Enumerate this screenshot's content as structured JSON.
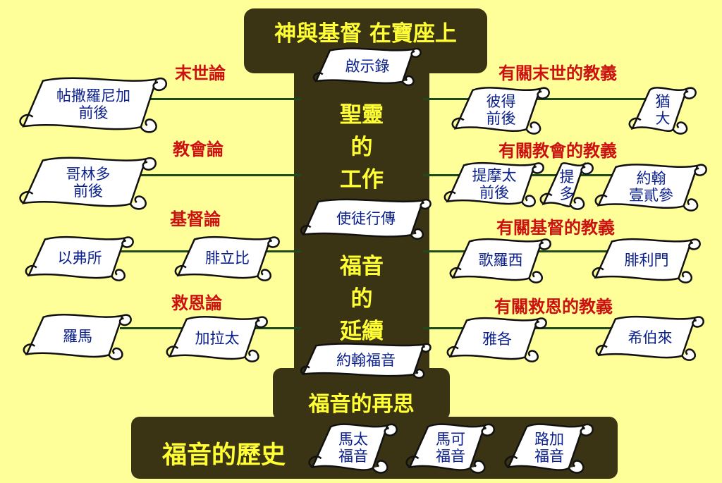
{
  "top_title": "神與基督 在寶座上",
  "center_upper": "聖靈\n的\n工作",
  "center_lower": "福音\n的\n延續",
  "rethink": "福音的再思",
  "history": "福音的歷史",
  "categories": {
    "eschatology": "末世論",
    "ecclesiology": "教會論",
    "christology": "基督論",
    "soteriology": "救恩論",
    "eschatology_doctrine": "有關末世的教義",
    "church_doctrine": "有關教會的教義",
    "christ_doctrine": "有關基督的教義",
    "salvation_doctrine": "有關救恩的教義"
  },
  "scrolls": {
    "revelation": "啟示錄",
    "thessalonians": "帖撒羅尼加\n前後",
    "corinthians": "哥林多\n前後",
    "ephesians": "以弗所",
    "philippians": "腓立比",
    "romans": "羅馬",
    "galatians": "加拉太",
    "acts": "使徒行傳",
    "john": "約翰福音",
    "peter": "彼得\n前後",
    "jude": "猶\n大",
    "timothy": "提摩太\n前後",
    "titus": "提\n多",
    "john_letters": "約翰\n壹貳參",
    "colossians": "歌羅西",
    "philemon": "腓利門",
    "james": "雅各",
    "hebrews": "希伯來",
    "matthew": "馬太\n福音",
    "mark": "馬可\n福音",
    "luke": "路加\n福音"
  }
}
